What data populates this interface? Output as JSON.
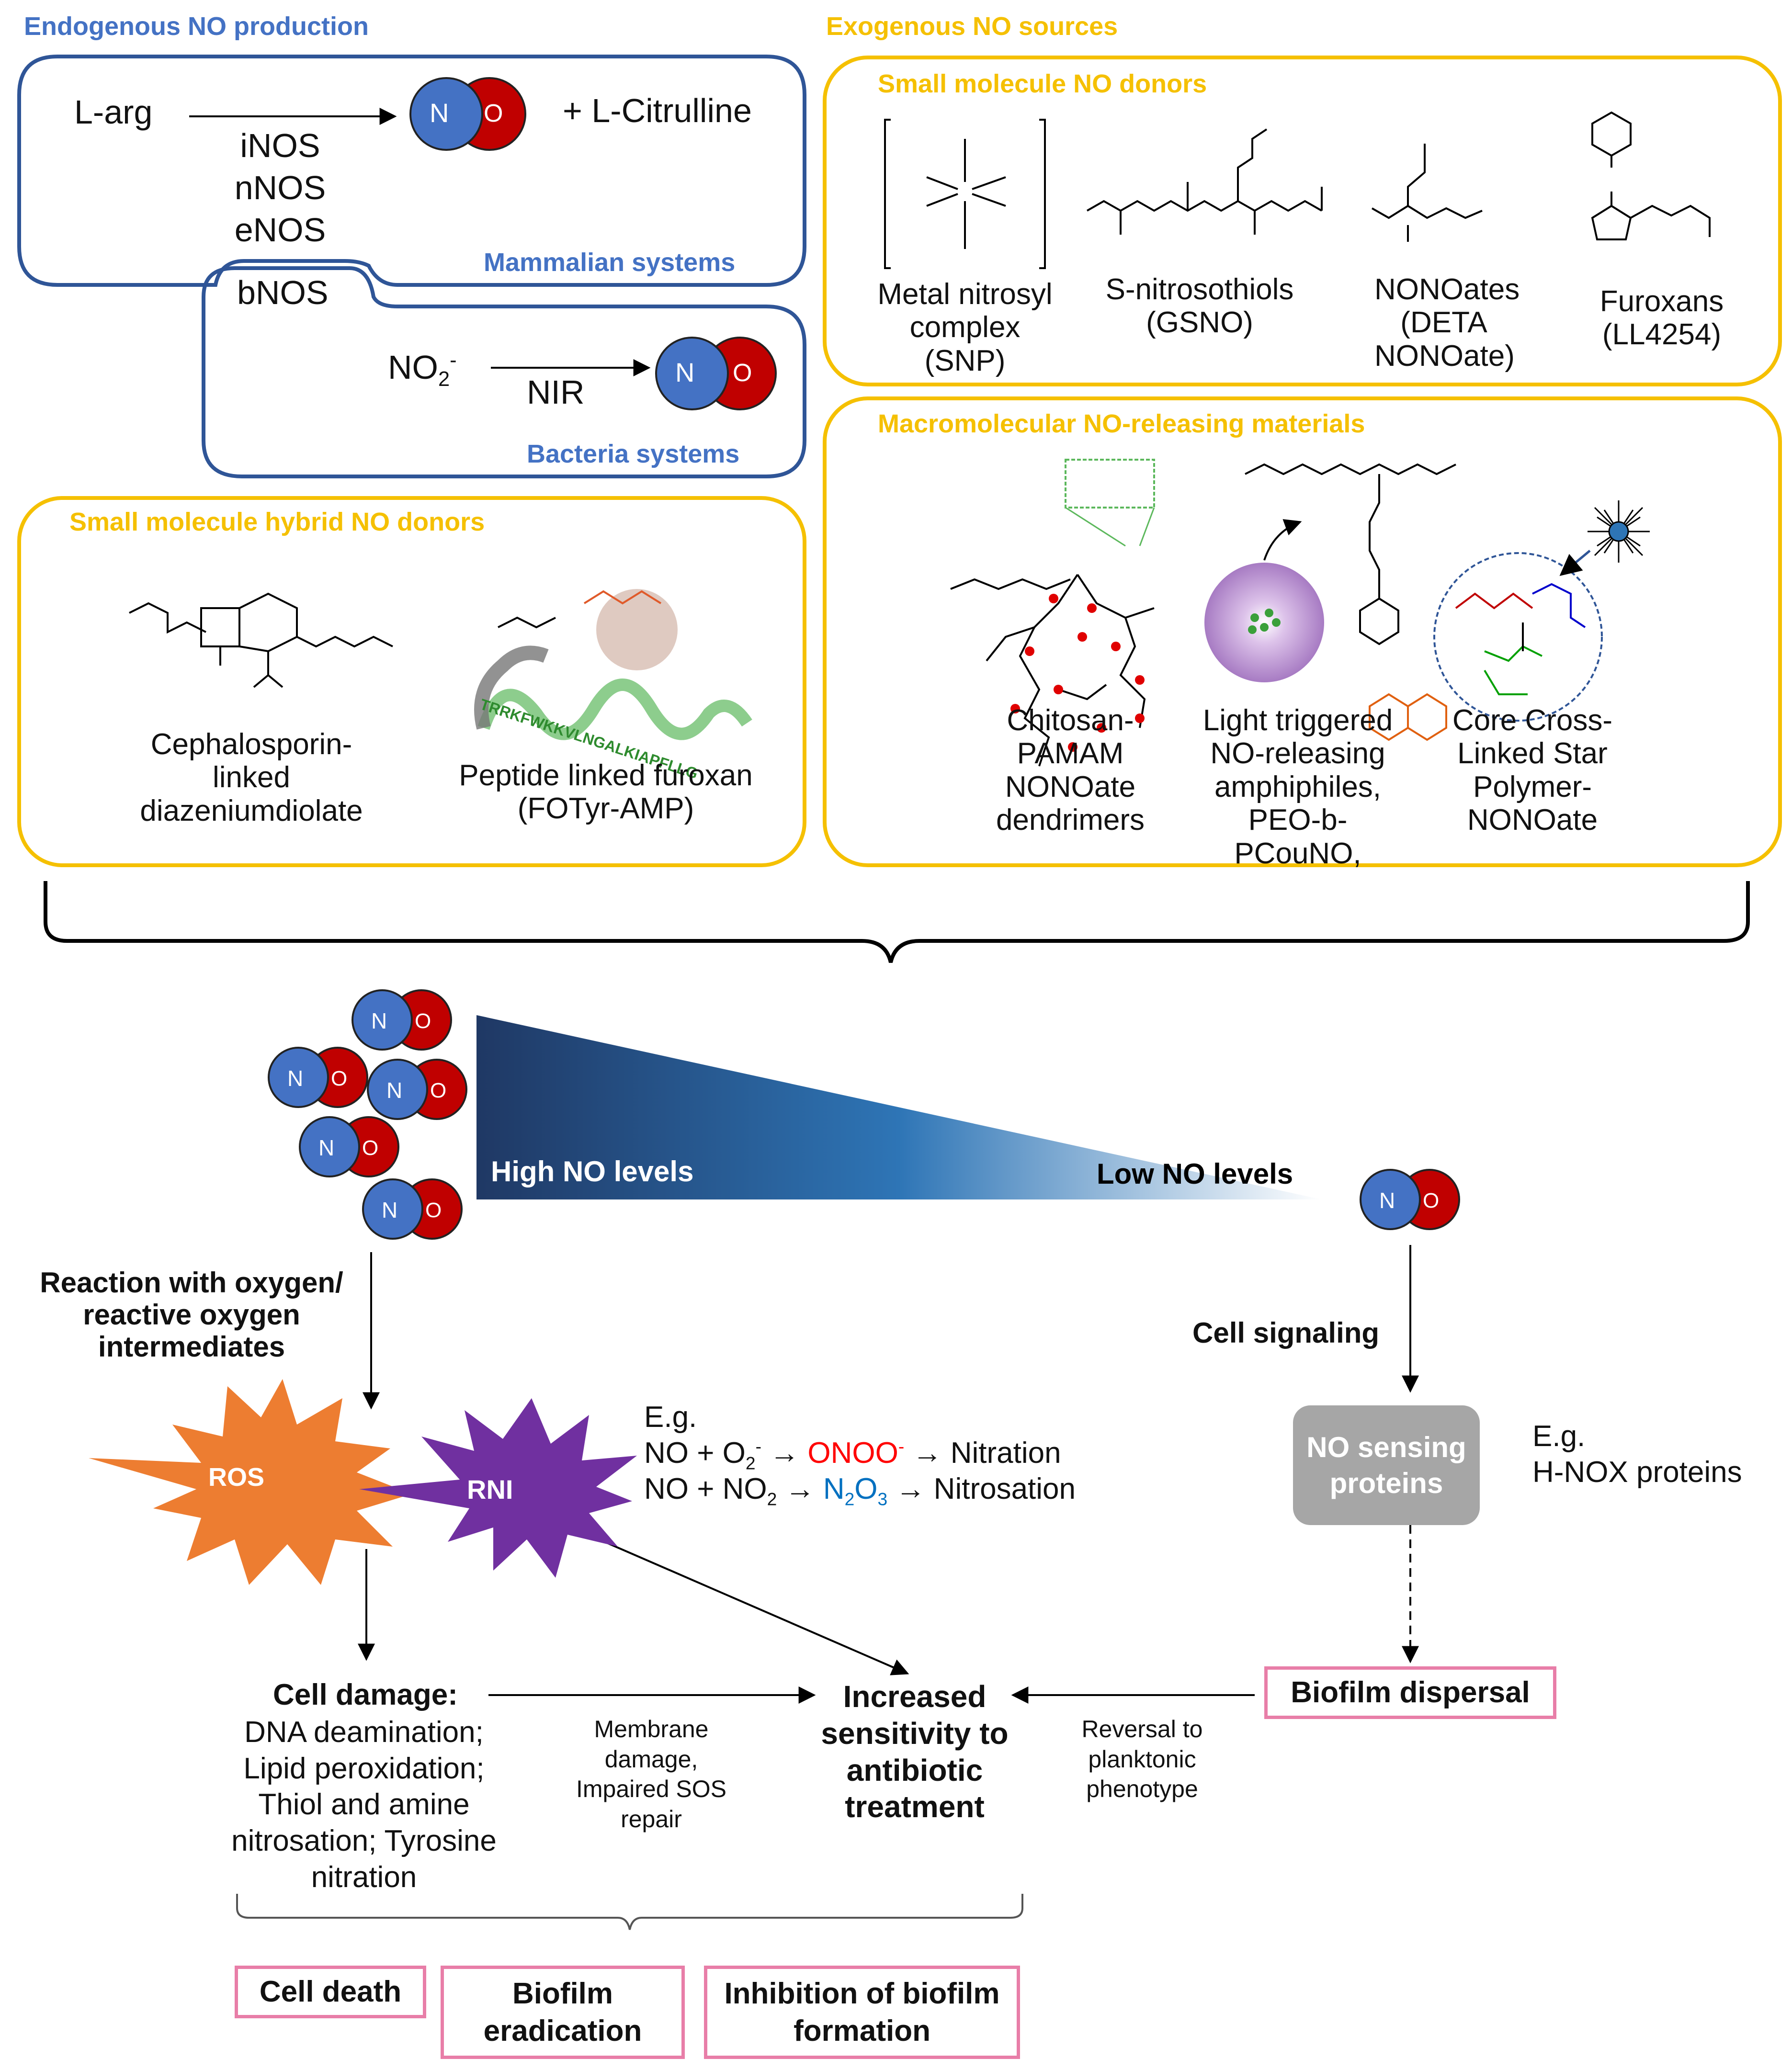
{
  "endogenous": {
    "title": "Endogenous NO production",
    "reactant": "L-arg",
    "enzymes": [
      "iNOS",
      "nNOS",
      "eNOS"
    ],
    "product": "+ L-Citrulline",
    "mammalian_label": "Mammalian systems",
    "bnos": "bNOS",
    "nitrite": "NO2-",
    "nir": "NIR",
    "bacteria_label": "Bacteria systems"
  },
  "exogenous": {
    "title": "Exogenous NO sources",
    "small_molecule_title": "Small molecule NO donors",
    "small_molecules": [
      {
        "name": "Metal nitrosyl complex (SNP)"
      },
      {
        "name": "S-nitrosothiols (GSNO)"
      },
      {
        "name": "NONOates (DETA NONOate)"
      },
      {
        "name": "Furoxans (LL4254)"
      }
    ],
    "macro_title": "Macromolecular NO-releasing materials",
    "macro": [
      {
        "name": "Chitosan- PAMAM NONOate dendrimers"
      },
      {
        "name": "Light triggered NO-releasing amphiphiles, PEO-b-PCouNO,"
      },
      {
        "name": "Core Cross- Linked Star Polymer- NONOate"
      }
    ]
  },
  "hybrid": {
    "title": "Small molecule hybrid NO donors",
    "items": [
      {
        "name": "Cephalosporin- linked diazeniumdiolate"
      },
      {
        "name": "Peptide linked  furoxan (FOTyr-AMP)"
      }
    ],
    "peptide_sequence": "TRRKFWKKVLNGALKIAPFLLG"
  },
  "molecule": {
    "n": "N",
    "o": "O"
  },
  "gradient": {
    "high": "High NO levels",
    "low": "Low NO levels"
  },
  "left_branch": {
    "reaction_label": "Reaction with oxygen/ reactive oxygen intermediates",
    "ros": "ROS",
    "rni": "RNI",
    "eg": "E.g.",
    "eq1_lhs": "NO + O2- →",
    "eq1_product": "ONOO-",
    "eq1_rhs": "→ Nitration",
    "eq2_lhs": "NO + NO2 →",
    "eq2_product": "N2O3",
    "eq2_rhs": "→ Nitrosation",
    "cell_damage_title": "Cell damage:",
    "cell_damage_body": "DNA deamination; Lipid peroxidation; Thiol and amine nitrosation; Tyrosine nitration",
    "membrane_label": "Membrane damage, Impaired SOS repair"
  },
  "right_branch": {
    "signaling": "Cell signaling",
    "sensing": "NO sensing proteins",
    "eg": "E.g.",
    "hnox": "H-NOX proteins",
    "dispersal": "Biofilm dispersal",
    "reversal": "Reversal to planktonic phenotype"
  },
  "center": {
    "sensitivity": "Increased sensitivity to antibiotic treatment"
  },
  "outcomes": [
    "Cell death",
    "Biofilm eradication",
    "Inhibition of biofilm formation"
  ],
  "colors": {
    "blue_section": "#4472c4",
    "yellow_section": "#f5c000",
    "box_blue": "#2f5597",
    "n_atom": "#4472c4",
    "o_atom": "#c00000",
    "ros": "#ed7d31",
    "rni": "#7030a0",
    "onoo": "#ff0000",
    "n2o3": "#0070c0",
    "pink_box": "#e87ea8",
    "gray_box": "#a6a6a6",
    "gradient_dark": "#1f3864",
    "gradient_light": "#ffffff"
  }
}
